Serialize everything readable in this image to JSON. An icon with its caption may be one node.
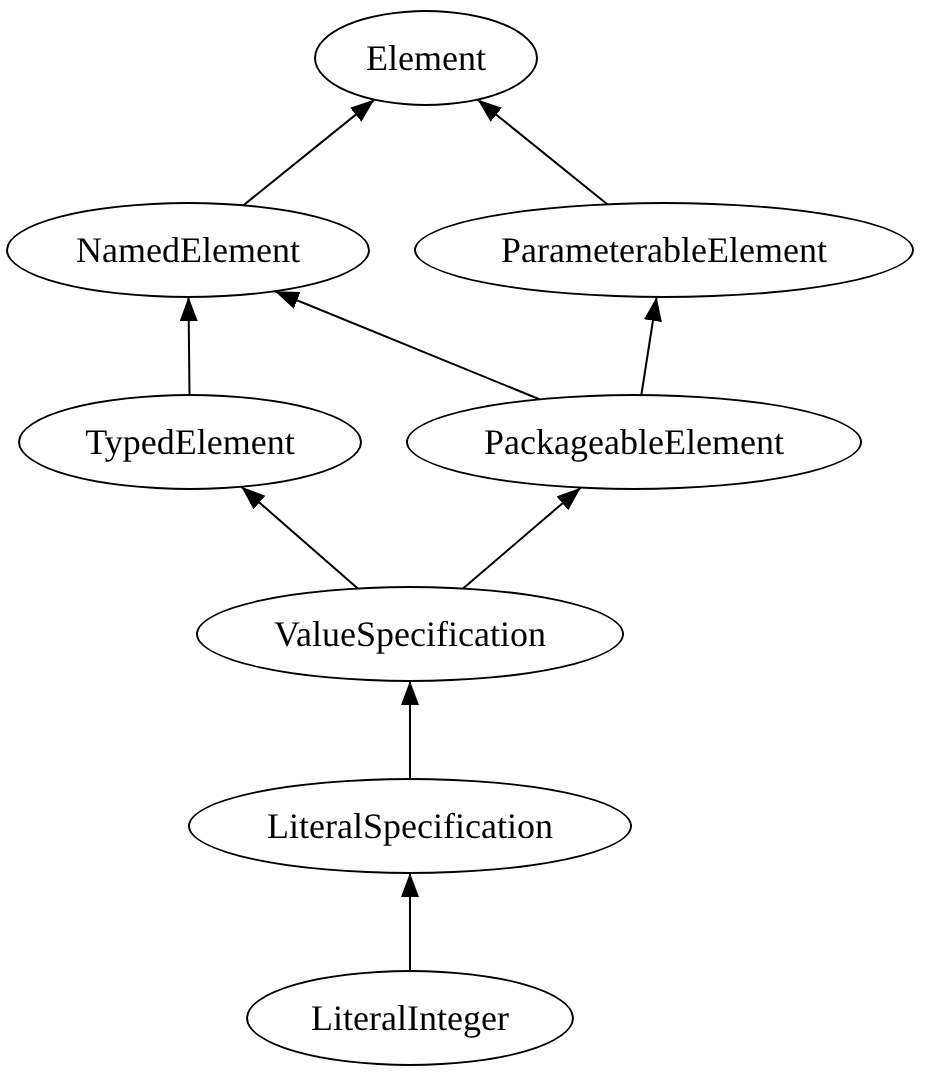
{
  "diagram": {
    "nodes": [
      {
        "text": [
          "Element"
        ]
      },
      {
        "text": [
          "NamedElement"
        ]
      },
      {
        "text": [
          "ParameterableElement"
        ]
      },
      {
        "text": [
          "TypedElement"
        ]
      },
      {
        "text": [
          "PackageableElement"
        ]
      },
      {
        "text": [
          "ValueSpecification"
        ]
      },
      {
        "text": [
          "LiteralSpecification"
        ]
      },
      {
        "text": [
          "LiteralInteger"
        ]
      }
    ],
    "edges": [
      {
        "from": 1,
        "to": 0,
        "arrow": "to"
      },
      {
        "from": 2,
        "to": 0,
        "arrow": "to"
      },
      {
        "from": 3,
        "to": 1,
        "arrow": "to"
      },
      {
        "from": 4,
        "to": 1,
        "arrow": "to"
      },
      {
        "from": 4,
        "to": 2,
        "arrow": "to"
      },
      {
        "from": 5,
        "to": 3,
        "arrow": "to"
      },
      {
        "from": 5,
        "to": 4,
        "arrow": "to"
      },
      {
        "from": 6,
        "to": 5,
        "arrow": "to"
      },
      {
        "from": 7,
        "to": 6,
        "arrow": "to"
      }
    ]
  }
}
